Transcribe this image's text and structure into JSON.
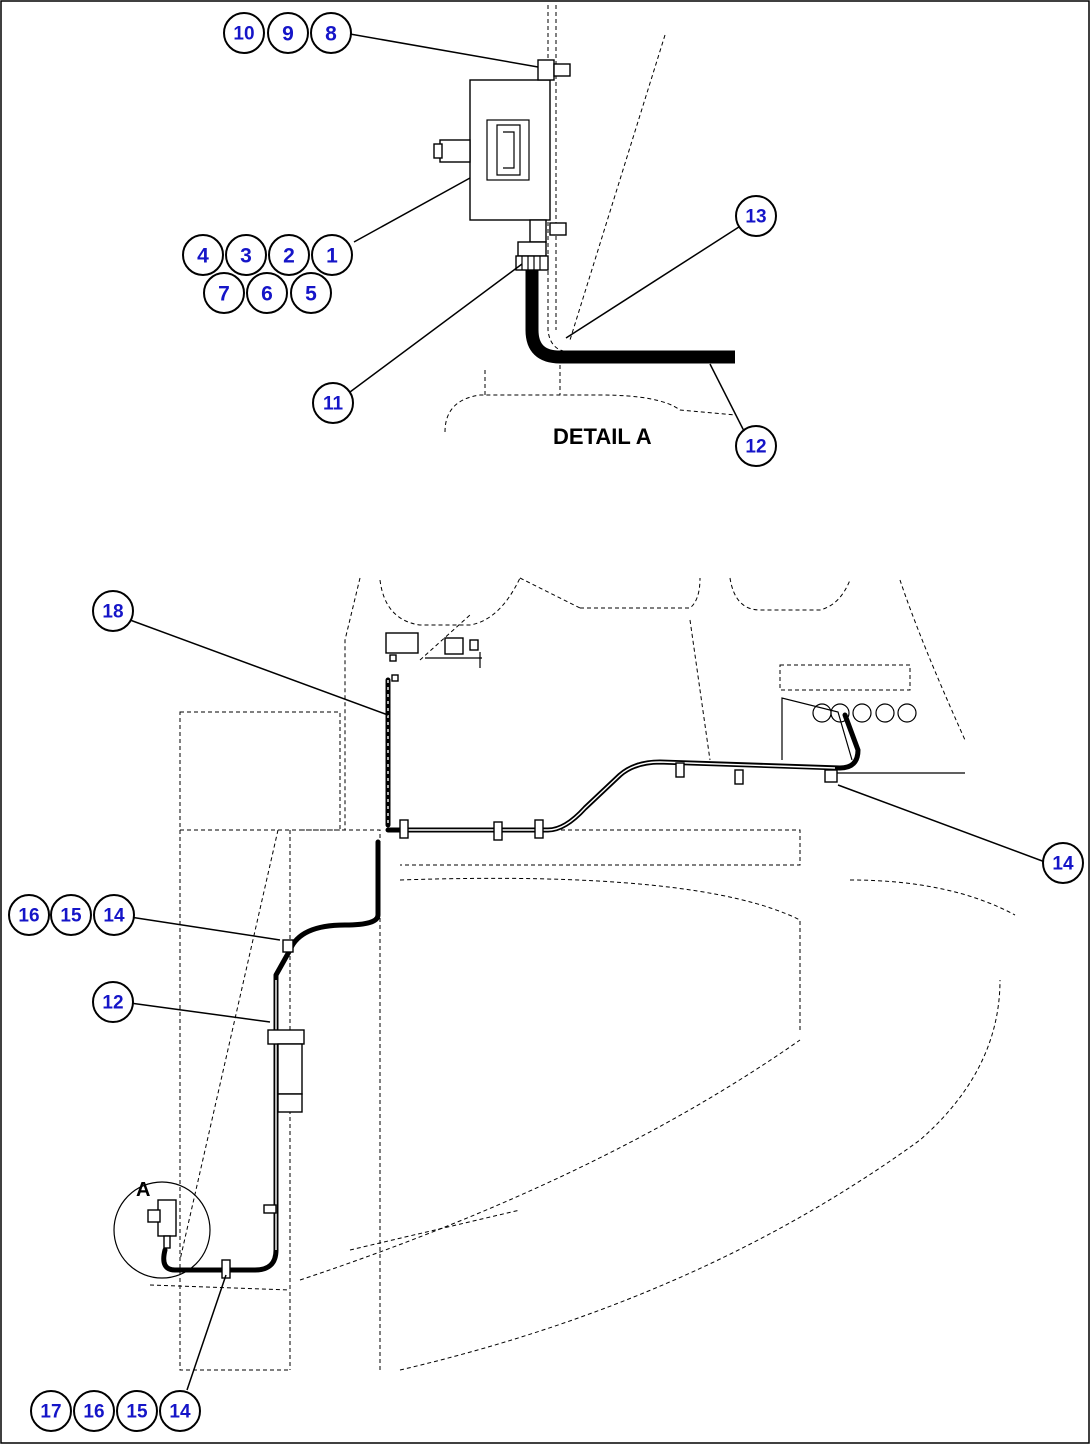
{
  "detail_title": "DETAIL A",
  "detail_marker": "A",
  "callouts": [
    {
      "id": "c10-top",
      "label": "10"
    },
    {
      "id": "c9-top",
      "label": "9"
    },
    {
      "id": "c8-top",
      "label": "8"
    },
    {
      "id": "c4-top",
      "label": "4"
    },
    {
      "id": "c3-top",
      "label": "3"
    },
    {
      "id": "c2-top",
      "label": "2"
    },
    {
      "id": "c1-top",
      "label": "1"
    },
    {
      "id": "c7-top",
      "label": "7"
    },
    {
      "id": "c6-top",
      "label": "6"
    },
    {
      "id": "c5-top",
      "label": "5"
    },
    {
      "id": "c13-top",
      "label": "13"
    },
    {
      "id": "c11-top",
      "label": "11"
    },
    {
      "id": "c12-top",
      "label": "12"
    },
    {
      "id": "c18-main",
      "label": "18"
    },
    {
      "id": "c14-right",
      "label": "14"
    },
    {
      "id": "c16-left",
      "label": "16"
    },
    {
      "id": "c15-left",
      "label": "15"
    },
    {
      "id": "c14-left",
      "label": "14"
    },
    {
      "id": "c12-main",
      "label": "12"
    },
    {
      "id": "c17-bottom",
      "label": "17"
    },
    {
      "id": "c16-bottom",
      "label": "16"
    },
    {
      "id": "c15-bottom",
      "label": "15"
    },
    {
      "id": "c14-bottom",
      "label": "14"
    }
  ]
}
